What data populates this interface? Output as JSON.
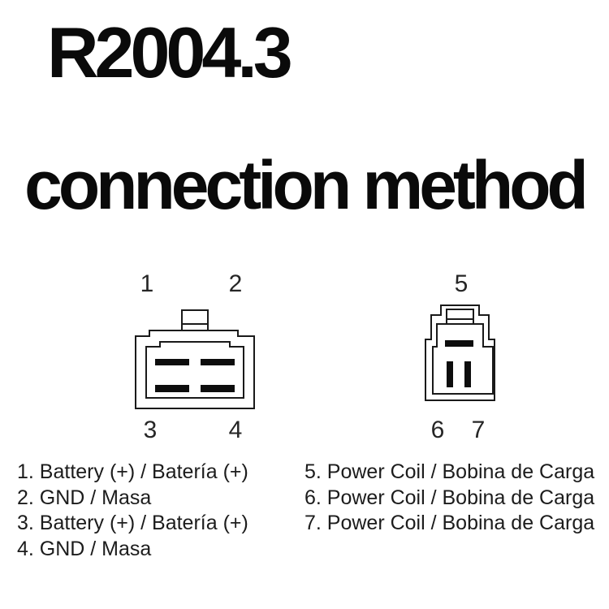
{
  "title": "R2004.3",
  "subtitle": "connection method",
  "pins": {
    "p1": "1",
    "p2": "2",
    "p3": "3",
    "p4": "4",
    "p5": "5",
    "p6": "6",
    "p7": "7"
  },
  "connectors": [
    {
      "name": "4-pin rectangular connector",
      "pins": [
        "1",
        "2",
        "3",
        "4"
      ]
    },
    {
      "name": "3-pin stepped connector",
      "pins": [
        "5",
        "6",
        "7"
      ]
    }
  ],
  "legend": {
    "left": [
      "1. Battery (+) / Batería (+)",
      "2. GND / Masa",
      "3. Battery (+) / Batería (+)",
      "4. GND / Masa"
    ],
    "right": [
      "5. Power Coil / Bobina de Carga",
      "6. Power Coil / Bobina de Carga",
      "7. Power Coil / Bobina de Carga"
    ]
  },
  "colors": {
    "background": "#ffffff",
    "ink": "#000000"
  }
}
